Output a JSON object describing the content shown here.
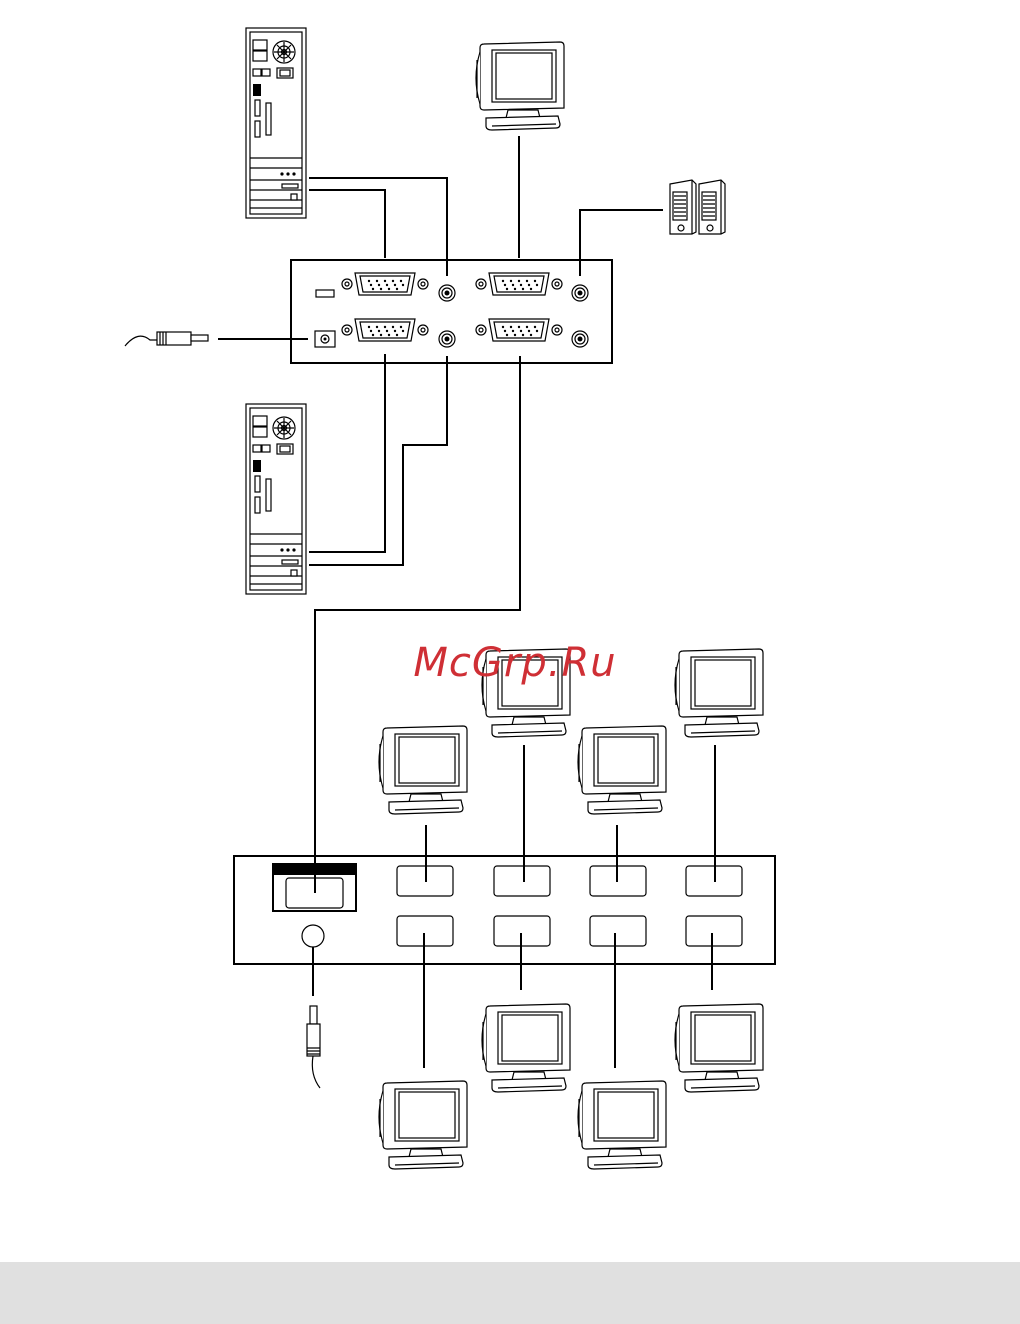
{
  "watermark": {
    "text": "McGrp.Ru",
    "color": "#cf2f35"
  },
  "colors": {
    "line": "#000000",
    "background": "#ffffff",
    "footer_band": "#e0e0e0"
  },
  "icons": {
    "computer": "computer-tower-icon",
    "monitor": "crt-monitor-icon",
    "speakers": "speakers-icon",
    "power": "power-adapter-icon",
    "kvm": "kvm-extender-unit",
    "splitter": "video-splitter-unit"
  }
}
